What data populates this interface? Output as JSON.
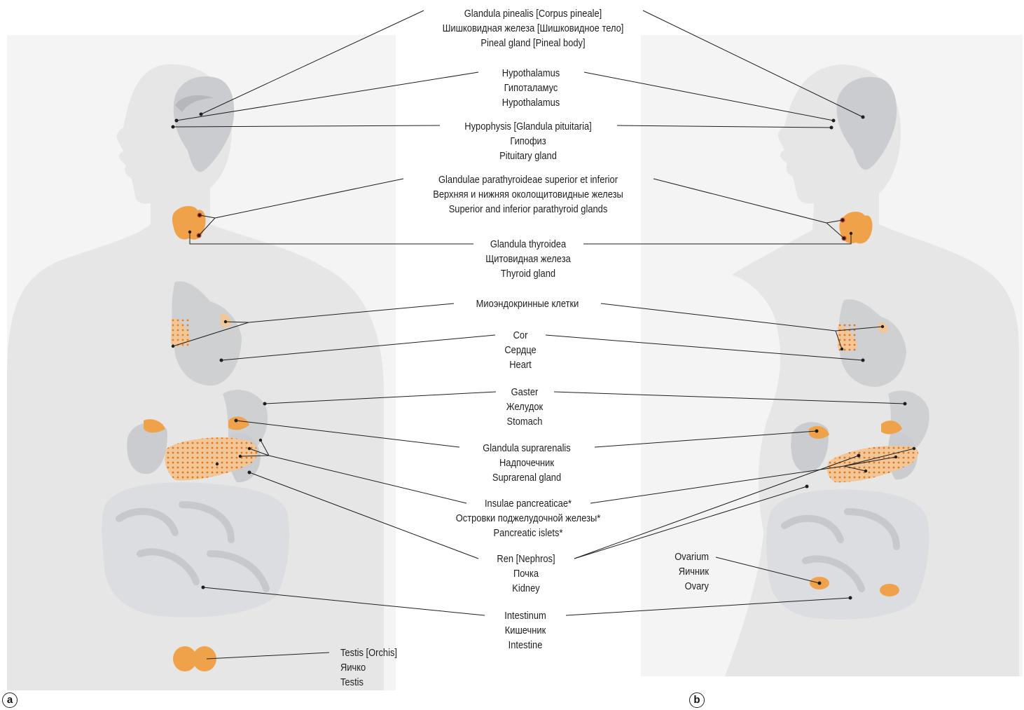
{
  "labels": {
    "pineal": [
      "Glandula pinealis [Corpus pineale]",
      "Шишковидная железа [Шишковидное тело]",
      "Pineal gland [Pineal body]"
    ],
    "hypothalamus": [
      "Hypothalamus",
      "Гипоталамус",
      "Hypothalamus"
    ],
    "hypophysis": [
      "Hypophysis [Glandula pituitaria]",
      "Гипофиз",
      "Pituitary gland"
    ],
    "parathyroid": [
      "Glandulae parathyroideae superior et inferior",
      "Верхняя и нижняя околощитовидные железы",
      "Superior and inferior parathyroid glands"
    ],
    "thyroid": [
      "Glandula thyroidea",
      "Щитовидная железа",
      "Thyroid gland"
    ],
    "myoendocrine": [
      "Миоэндокринные клетки"
    ],
    "heart": [
      "Cor",
      "Сердце",
      "Heart"
    ],
    "stomach": [
      "Gaster",
      "Желудок",
      "Stomach"
    ],
    "suprarenal": [
      "Glandula suprarenalis",
      "Надпочечник",
      "Suprarenal gland"
    ],
    "pancreatic_islets": [
      "Insulae pancreaticae*",
      "Островки поджелудочной железы*",
      "Pancreatic islets*"
    ],
    "kidney": [
      "Ren [Nephros]",
      "Почка",
      "Kidney"
    ],
    "intestine": [
      "Intestinum",
      "Кишечник",
      "Intestine"
    ],
    "testis": [
      "Testis [Orchis]",
      "Яичко",
      "Testis"
    ],
    "ovary": [
      "Ovarium",
      "Яичник",
      "Ovary"
    ]
  },
  "panels": {
    "male": "a",
    "female": "b"
  },
  "colors": {
    "silhouette": "#ececed",
    "organ_grey": "#cfd0d2",
    "gland_orange": "#f0a24a",
    "leader_line": "#1e1e1e",
    "dot": "#d46a10"
  }
}
